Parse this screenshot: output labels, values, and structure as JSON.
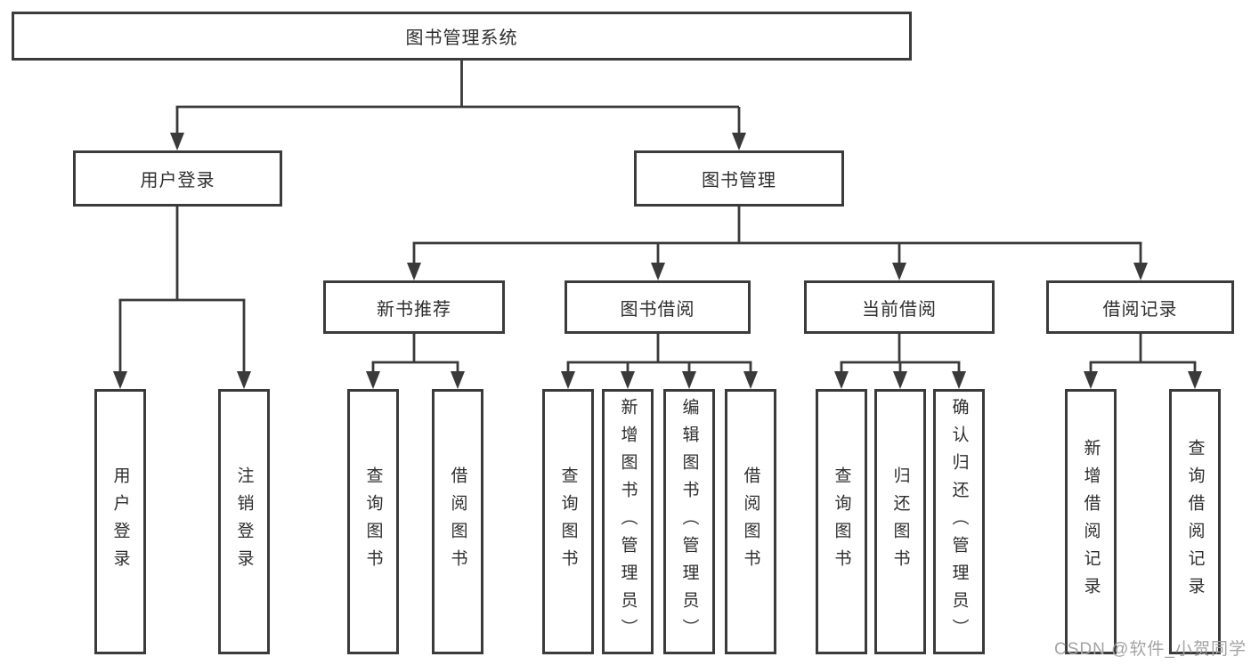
{
  "watermark": "CSDN @软件_小贺同学",
  "colors": {
    "line": "#3a3a3a",
    "border": "#3b3b3b",
    "text": "#2e2e2e",
    "watermark": "#a3a3a3",
    "background": "#ffffff"
  },
  "tree": {
    "label": "图书管理系统",
    "children": [
      {
        "label": "用户登录",
        "children": [
          {
            "label": "用户登录"
          },
          {
            "label": "注销登录"
          }
        ]
      },
      {
        "label": "图书管理",
        "children": [
          {
            "label": "新书推荐",
            "children": [
              {
                "label": "查询图书"
              },
              {
                "label": "借阅图书"
              }
            ]
          },
          {
            "label": "图书借阅",
            "children": [
              {
                "label": "查询图书"
              },
              {
                "label": "新增图书（管理员）"
              },
              {
                "label": "编辑图书（管理员）"
              },
              {
                "label": "借阅图书"
              }
            ]
          },
          {
            "label": "当前借阅",
            "children": [
              {
                "label": "查询图书"
              },
              {
                "label": "归还图书"
              },
              {
                "label": "确认归还（管理员）"
              }
            ]
          },
          {
            "label": "借阅记录",
            "children": [
              {
                "label": "新增借阅记录"
              },
              {
                "label": "查询借阅记录"
              }
            ]
          }
        ]
      }
    ]
  }
}
